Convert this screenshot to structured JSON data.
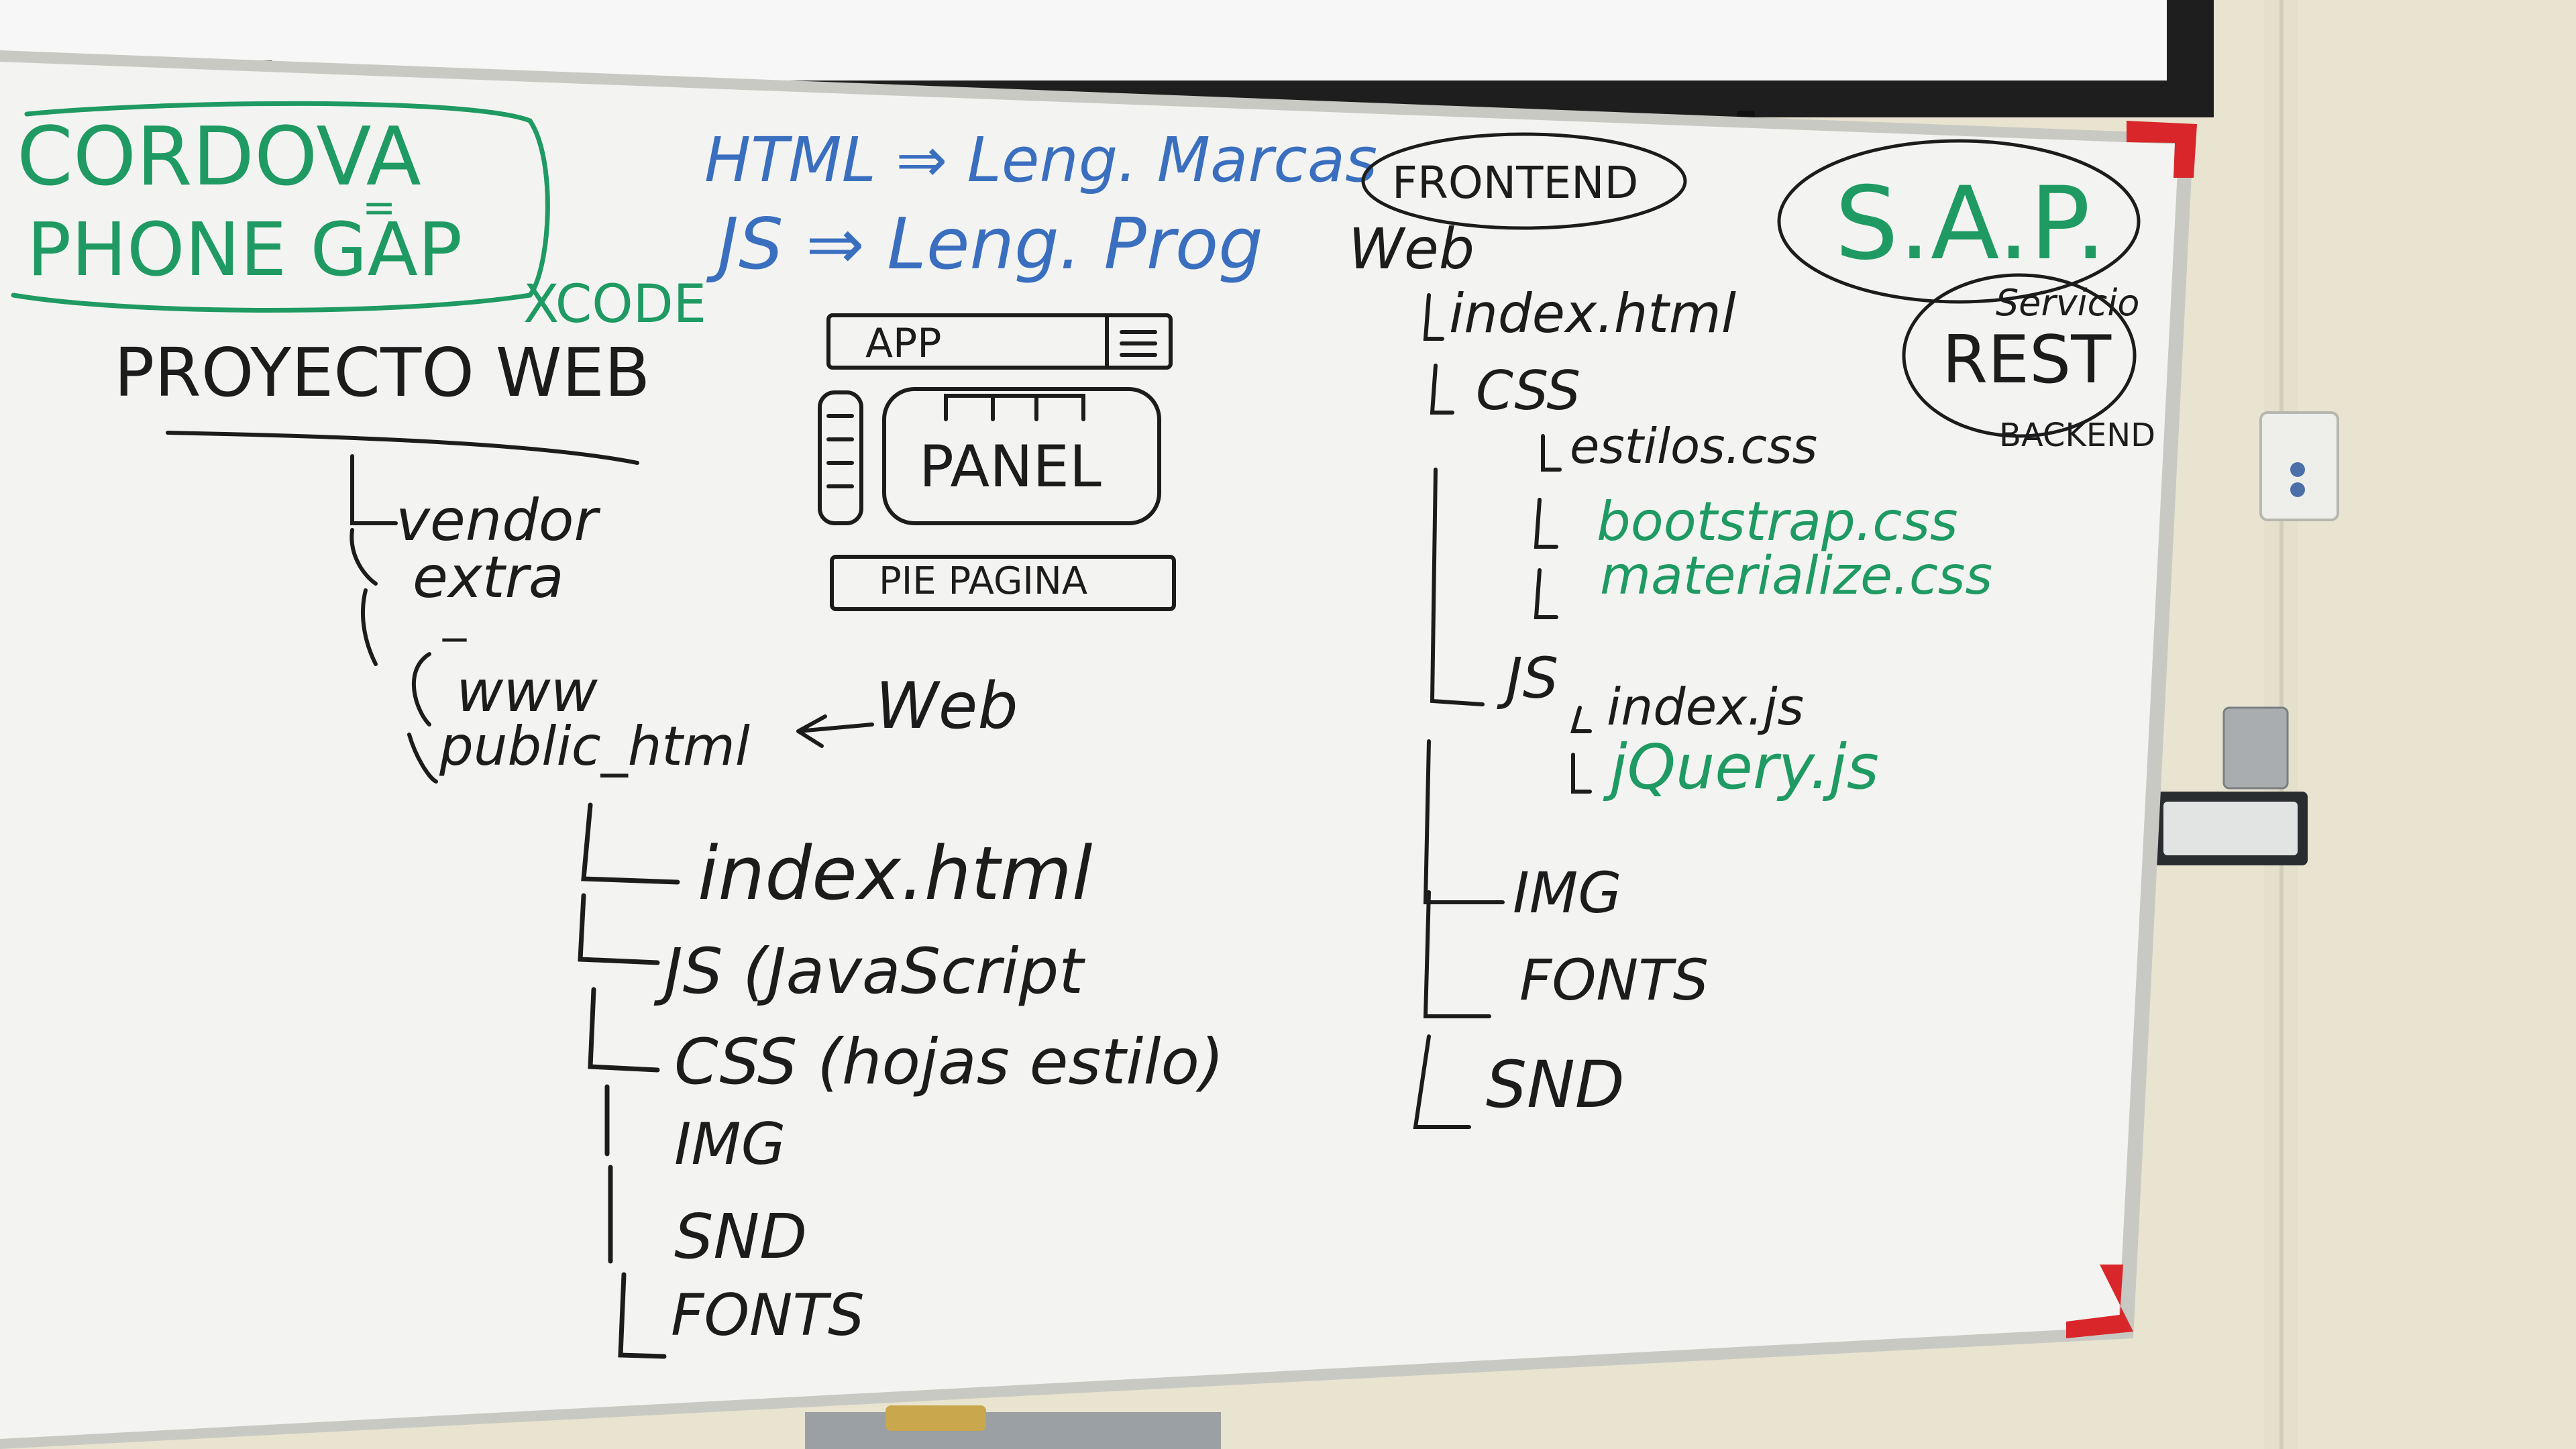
{
  "colors": {
    "wall": "#e9e4cf",
    "board": "#f3f4f1",
    "frame": "#c9c9c4",
    "corner": "#d8262a",
    "ink_black": "#1c1c1c",
    "ink_blue": "#3a6fbf",
    "ink_green": "#1f9a63",
    "tray": "#9aa0a3",
    "screen": "#f7f7f7",
    "screen_frame": "#1e1e1e"
  },
  "whiteboard": {
    "cordova": {
      "line1": "CORDOVA",
      "line2": "PHONE GAP",
      "xcode": "XCODE"
    },
    "languages": {
      "html": "HTML ⇒ Leng. Marcas",
      "js": "JS ⇒ Leng. Prog"
    },
    "sketch": {
      "app_bar": "APP",
      "panel": "PANEL",
      "footer": "PIE PAGINA"
    },
    "project": {
      "title": "PROYECTO WEB",
      "folders": [
        "vendor",
        "extra",
        "_",
        "www",
        "public_html"
      ],
      "arrow_target": "Web",
      "children": [
        "index.html",
        "JS (JavaScript",
        "CSS (hojas estilo)",
        "IMG",
        "SND",
        "FONTS"
      ]
    },
    "frontend": {
      "label": "FRONTEND",
      "root": "Web",
      "index": "index.html",
      "css_folder": "CSS",
      "css_files": [
        "estilos.css",
        "bootstrap.css",
        "materialize.css"
      ],
      "js_folder": "JS",
      "js_files": [
        "index.js",
        "jQuery.js"
      ],
      "other_folders": [
        "IMG",
        "FONTS",
        "SND"
      ]
    },
    "backend": {
      "sap": "S.A.P.",
      "servicio": "Servicio",
      "rest": "REST",
      "label": "BACKEND"
    }
  }
}
